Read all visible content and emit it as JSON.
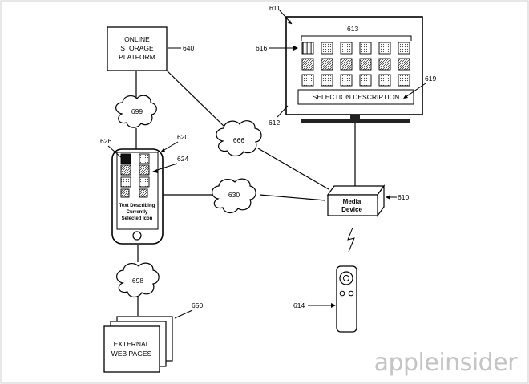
{
  "ref_numbers": {
    "tv": "611",
    "tv_screen": "612",
    "icon_row": "613",
    "selected_icon": "616",
    "selection_bar": "619",
    "storage": "640",
    "cloud_699": "699",
    "cloud_666": "666",
    "cloud_630": "630",
    "cloud_698": "698",
    "phone": "620",
    "phone_selected_icon": "626",
    "phone_grid": "624",
    "media_device": "610",
    "remote": "614",
    "web_pages": "650"
  },
  "storage": {
    "line1": "ONLINE",
    "line2": "STORAGE",
    "line3": "PLATFORM"
  },
  "tv": {
    "selection_text": "SELECTION DESCRIPTION"
  },
  "phone": {
    "line1": "Text Describing",
    "line2": "Currently",
    "line3": "Selected Icon"
  },
  "media": {
    "line1": "Media",
    "line2": "Device"
  },
  "web": {
    "line1": "EXTERNAL",
    "line2": "WEB PAGES"
  },
  "watermark": "appleinsider"
}
